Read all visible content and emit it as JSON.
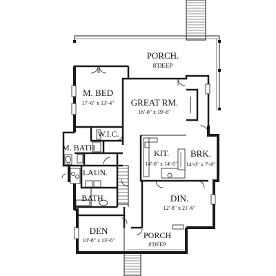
{
  "rooms": {
    "porch_rear": {
      "name": "PORCH.",
      "dim": "8'DEEP"
    },
    "m_bed": {
      "name": "M. BED",
      "dim": "17'-6\" x 13'-4\""
    },
    "great_rm": {
      "name": "GREAT RM.",
      "dim": "16'-0\" x 19'-6\""
    },
    "wic": {
      "name": "W.I.C."
    },
    "m_bath": {
      "name": "M. BATH"
    },
    "kit": {
      "name": "KIT.",
      "dim": "14'-0\" x 14'-0\""
    },
    "brk": {
      "name": "BRK.",
      "dim": "14'-0\" x 7'-8\""
    },
    "laun": {
      "name": "LAUN."
    },
    "bath": {
      "name": "BATH"
    },
    "din": {
      "name": "DIN.",
      "dim": "12'-8\" x 21'-6\""
    },
    "den": {
      "name": "DEN",
      "dim": "10'-8\" x 13'-6\""
    },
    "porch_front": {
      "name": "PORCH",
      "dim": "8'DEEP"
    }
  }
}
